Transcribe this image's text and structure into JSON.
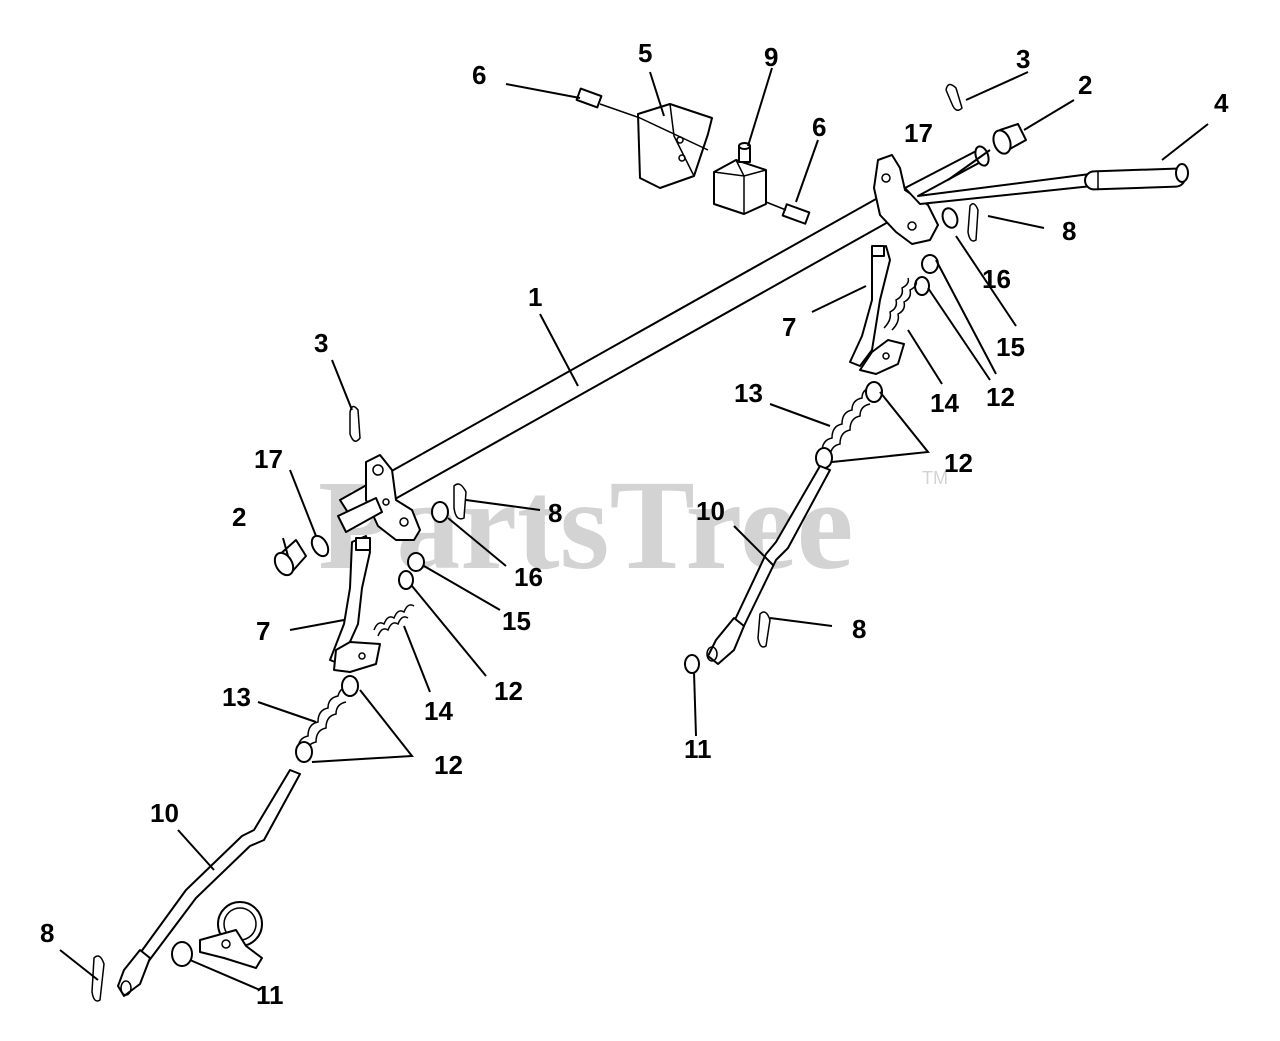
{
  "watermark": {
    "text": "PartsTree",
    "trademark": "TM"
  },
  "callouts": {
    "c1": "1",
    "c2_top": "2",
    "c2_left": "2",
    "c3_top": "3",
    "c3_left": "3",
    "c4": "4",
    "c5": "5",
    "c6_left": "6",
    "c6_right": "6",
    "c7_right": "7",
    "c7_left": "7",
    "c8_top": "8",
    "c8_mid": "8",
    "c8_right": "8",
    "c8_bottom": "8",
    "c9": "9",
    "c10_right": "10",
    "c10_left": "10",
    "c11_right": "11",
    "c11_left": "11",
    "c12_r1": "12",
    "c12_r2": "12",
    "c12_l1": "12",
    "c12_l2": "12",
    "c13_right": "13",
    "c13_left": "13",
    "c14_right": "14",
    "c14_left": "14",
    "c15_right": "15",
    "c15_left": "15",
    "c16_right": "16",
    "c16_left": "16",
    "c17_top": "17",
    "c17_left": "17"
  }
}
